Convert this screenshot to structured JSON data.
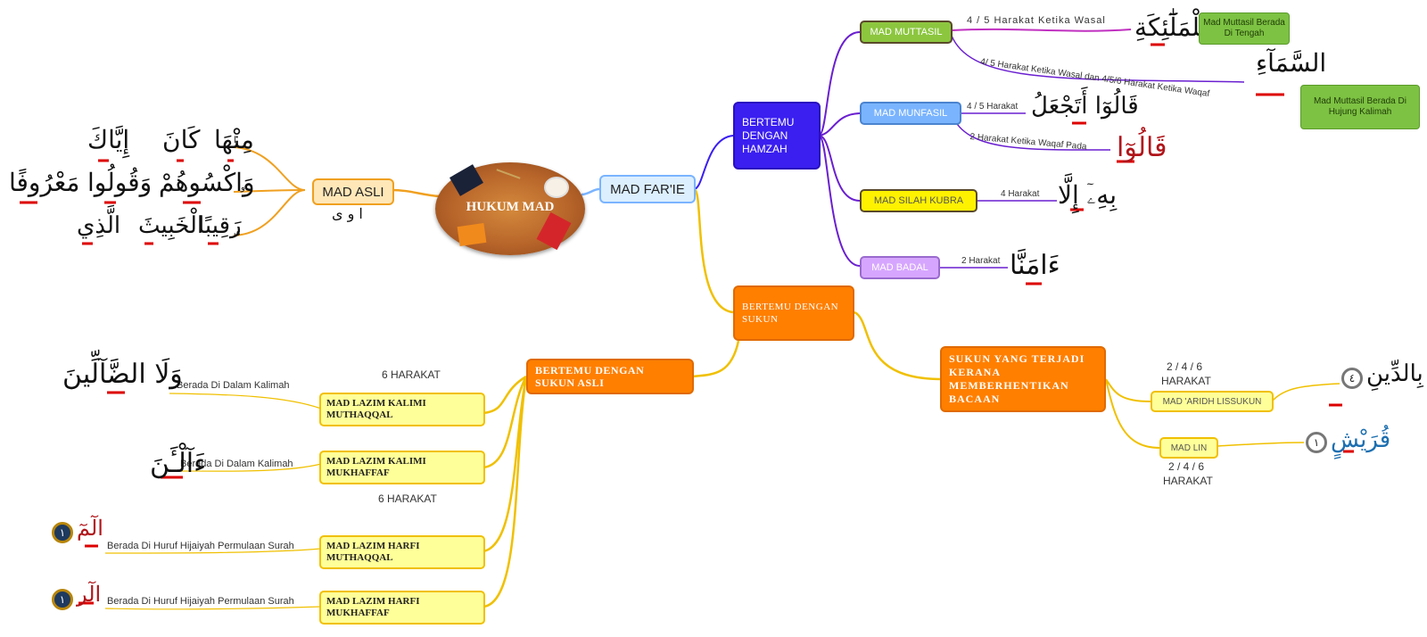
{
  "center": {
    "title": "HUKUM MAD"
  },
  "mad_asli": {
    "label": "MAD ASLI",
    "letters": "ا و ى",
    "marks": [
      "ا",
      "و",
      "ى"
    ],
    "examples_row1": [
      "إِيَّاكَ",
      "كَانَ",
      "مِنْهَا"
    ],
    "examples_row2": [
      "مَعْرُوفًا",
      "وَقُولُوا",
      "وَاكْسُوهُمْ"
    ],
    "examples_row3": [
      "الَّذِي",
      "الْخَبِيثَ",
      "رَقِيبًا"
    ]
  },
  "mad_farie": {
    "label": "MAD FAR'IE"
  },
  "hamzah": {
    "label": "BERTEMU DENGAN HAMZAH",
    "muttasil": {
      "label": "MAD MUTTASIL",
      "rule1": "4 / 5 Harakat Ketika Wasal",
      "example1": "لِلْمَلَٰٓئِكَةِ",
      "note1": "Mad Muttasil Berada Di Tengah",
      "rule2": "4/ 5 Harakat Ketika Wasal dan 4/5/6 Harakat Ketika Waqaf",
      "example2": "السَّمَآءِ",
      "note2": "Mad Muttasil Berada Di Hujung Kalimah"
    },
    "munfasil": {
      "label": "MAD MUNFASIL",
      "rule1": "4 / 5 Harakat",
      "example1": "قَالُوٓا أَتَجْعَلُ",
      "rule2": "2 Harakat Ketika Waqaf Pada",
      "example2": "قَالُوٓا"
    },
    "silah": {
      "label": "MAD SILAH KUBRA",
      "rule": "4 Harakat",
      "example": "بِهِۦٓ إِلَّا"
    },
    "badal": {
      "label": "MAD BADAL",
      "rule": "2 Harakat",
      "example": "ءَامَنَّا"
    }
  },
  "sukun": {
    "label": "BERTEMU DENGAN SUKUN",
    "asli": {
      "label": "BERTEMU DENGAN SUKUN ASLI",
      "harakat_top": "6 HARAKAT",
      "harakat_mid": "6 HARAKAT",
      "items": [
        {
          "label": "MAD LAZIM KALIMI MUTHAQQAL",
          "note": "Berada Di Dalam Kalimah",
          "example": "وَلَا الضَّآلِّينَ"
        },
        {
          "label": "MAD LAZIM KALIMI MUKHAFFAF",
          "note": "Berada Di Dalam Kalimah",
          "example": "ءَآلْـَٔنَ"
        },
        {
          "label": "MAD LAZIM HARFI MUTHAQQAL",
          "note": "Berada Di Huruf Hijaiyah Permulaan Surah",
          "example": "الٓمٓ",
          "badge": "١"
        },
        {
          "label": "MAD LAZIM HARFI MUKHAFFAF",
          "note": "Berada Di Huruf Hijaiyah Permulaan Surah",
          "example": "الٓر",
          "badge": "١"
        }
      ]
    },
    "berhenti": {
      "label": "SUKUN YANG TERJADI KERANA MEMBERHENTIKAN BACAAN",
      "aridh": {
        "label": "MAD 'ARIDH LISSUKUN",
        "harakat": "2 / 4 / 6",
        "harakat_word": "HARAKAT",
        "example": "بِالدِّينِ",
        "badge": "٤"
      },
      "lin": {
        "label": "MAD LIN",
        "harakat": "2 / 4 / 6",
        "harakat_word": "HARAKAT",
        "example": "قُرَيْشٍ",
        "badge": "١"
      }
    }
  },
  "colors": {
    "hamzah": "#3a1ff0",
    "muttasil": "#8cc63f",
    "munfasil": "#7ab4ff",
    "silah": "#fff200",
    "badal": "#d6a6ff",
    "sukun": "#ff7f00",
    "asli_item": "#ffff99",
    "madasli": "#ffe4b0",
    "farie": "#d9ecff"
  }
}
